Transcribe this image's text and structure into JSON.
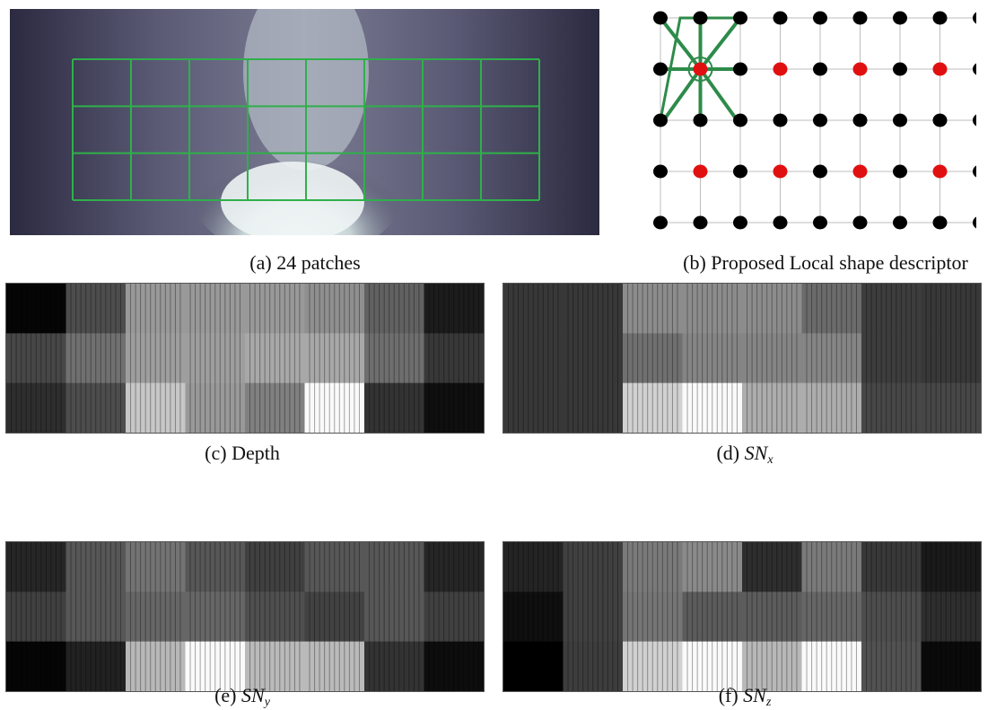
{
  "figure": {
    "captions": {
      "a": "(a) 24 patches",
      "b": "(b) Proposed Local shape descriptor",
      "c": "(c) Depth",
      "d_prefix": "(d) ",
      "d_main": "SN",
      "d_sub": "x",
      "e_prefix": "(e) ",
      "e_main": "SN",
      "e_sub": "y",
      "f_prefix": "(f) ",
      "f_main": "SN",
      "f_sub": "z"
    },
    "patch_grid": {
      "rows": 3,
      "cols": 8
    },
    "descriptor_grid": {
      "rows": 5,
      "cols": 9,
      "highlighted_points": [
        [
          1,
          1
        ],
        [
          1,
          3
        ],
        [
          1,
          5
        ],
        [
          1,
          7
        ],
        [
          3,
          1
        ],
        [
          3,
          3
        ],
        [
          3,
          5
        ],
        [
          3,
          7
        ]
      ],
      "neighborhood_center": [
        1,
        1
      ]
    },
    "colors": {
      "patch_grid": "#2fb04a",
      "descriptor_edges": "#2e8b4a",
      "highlight_point": "#e01010",
      "point": "#000000"
    },
    "feature_maps": {
      "depth": [
        [
          0.02,
          0.3,
          0.6,
          0.6,
          0.6,
          0.56,
          0.38,
          0.11
        ],
        [
          0.28,
          0.44,
          0.62,
          0.62,
          0.66,
          0.66,
          0.43,
          0.22
        ],
        [
          0.18,
          0.3,
          0.78,
          0.6,
          0.5,
          0.98,
          0.2,
          0.06
        ]
      ],
      "snx": [
        [
          0.22,
          0.22,
          0.55,
          0.55,
          0.55,
          0.42,
          0.24,
          0.22
        ],
        [
          0.22,
          0.22,
          0.44,
          0.52,
          0.52,
          0.52,
          0.24,
          0.22
        ],
        [
          0.22,
          0.22,
          0.82,
          0.98,
          0.68,
          0.68,
          0.28,
          0.28
        ]
      ],
      "sny": [
        [
          0.15,
          0.34,
          0.45,
          0.34,
          0.25,
          0.34,
          0.34,
          0.15
        ],
        [
          0.25,
          0.34,
          0.4,
          0.4,
          0.31,
          0.26,
          0.34,
          0.25
        ],
        [
          0.02,
          0.13,
          0.72,
          0.98,
          0.73,
          0.73,
          0.2,
          0.05
        ]
      ],
      "snz": [
        [
          0.14,
          0.25,
          0.48,
          0.54,
          0.18,
          0.48,
          0.22,
          0.1
        ],
        [
          0.06,
          0.25,
          0.46,
          0.36,
          0.36,
          0.4,
          0.3,
          0.18
        ],
        [
          0.0,
          0.24,
          0.82,
          0.98,
          0.72,
          0.98,
          0.32,
          0.04
        ]
      ]
    }
  }
}
